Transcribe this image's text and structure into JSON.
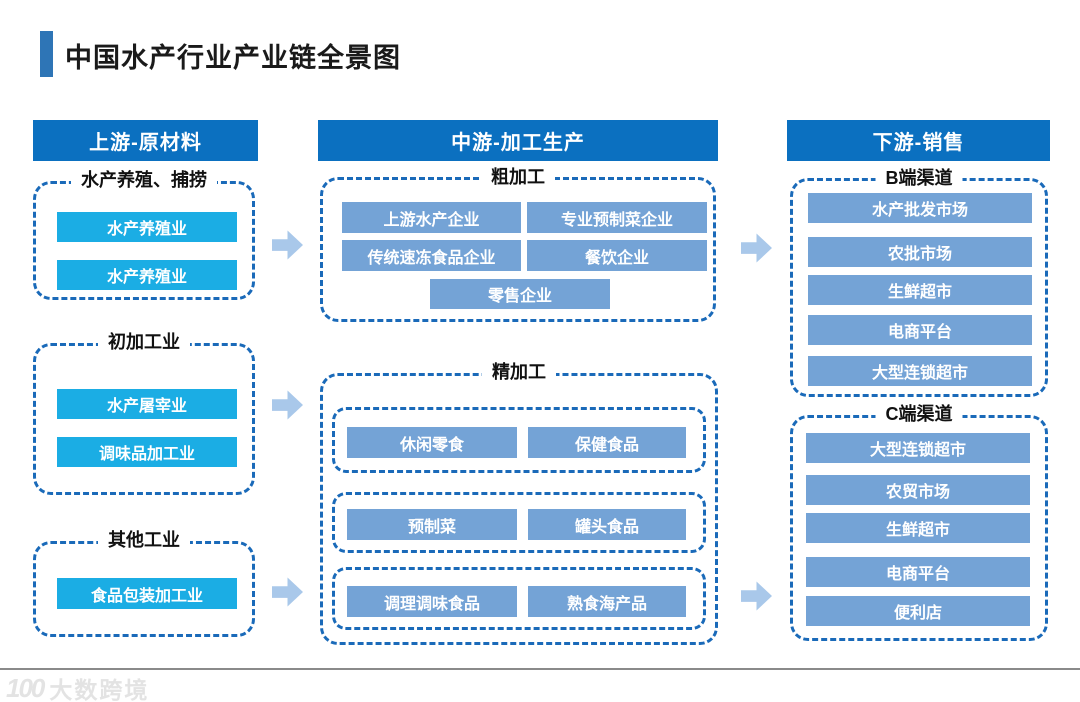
{
  "title": "中国水产行业产业链全景图",
  "columns": {
    "upstream": {
      "header": "上游-原材料",
      "groups": [
        {
          "label": "水产养殖、捕捞",
          "items": [
            "水产养殖业",
            "水产养殖业"
          ]
        },
        {
          "label": "初加工业",
          "items": [
            "水产屠宰业",
            "调味品加工业"
          ]
        },
        {
          "label": "其他工业",
          "items": [
            "食品包装加工业"
          ]
        }
      ]
    },
    "midstream": {
      "header": "中游-加工生产",
      "rough": {
        "label": "粗加工",
        "items": [
          "上游水产企业",
          "专业预制菜企业",
          "传统速冻食品企业",
          "餐饮企业",
          "零售企业"
        ]
      },
      "fine": {
        "label": "精加工",
        "subgroups": [
          {
            "items": [
              "休闲零食",
              "保健食品"
            ]
          },
          {
            "items": [
              "预制菜",
              "罐头食品"
            ]
          },
          {
            "items": [
              "调理调味食品",
              "熟食海产品"
            ]
          }
        ]
      }
    },
    "downstream": {
      "header": "下游-销售",
      "groups": [
        {
          "label": "B端渠道",
          "items": [
            "水产批发市场",
            "农批市场",
            "生鲜超市",
            "电商平台",
            "大型连锁超市"
          ]
        },
        {
          "label": "C端渠道",
          "items": [
            "大型连锁超市",
            "农贸市场",
            "生鲜超市",
            "电商平台",
            "便利店"
          ]
        }
      ]
    }
  },
  "watermark": {
    "logo": "100",
    "text": "大数跨境"
  },
  "colors": {
    "header_bg": "#0b70c0",
    "cyan_box": "#1bade4",
    "steel_box": "#74a3d6",
    "dashed_border": "#1a6ab9",
    "arrow": "#a9c8ea",
    "accent_bar": "#2e75b6"
  }
}
